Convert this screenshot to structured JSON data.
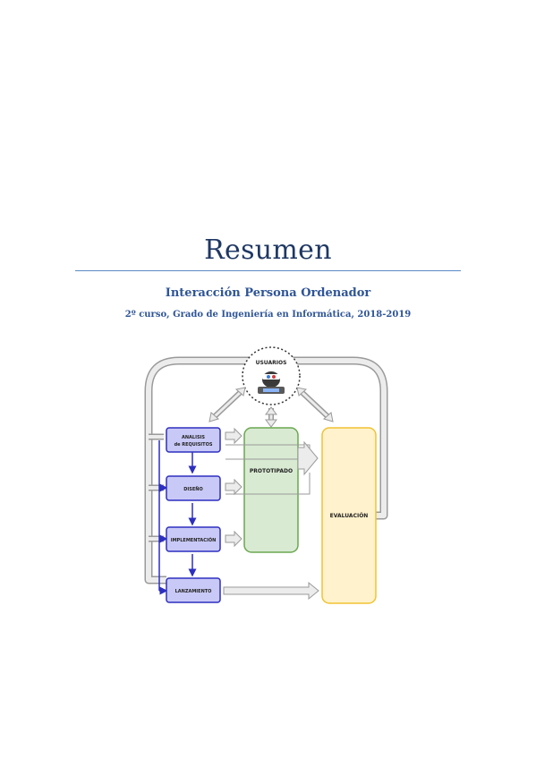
{
  "document": {
    "title": "Resumen",
    "subtitle": "Interacción Persona Ordenador",
    "course": "2º curso, Grado de Ingeniería en Informática, 2018-2019"
  },
  "diagram": {
    "usuarios": "USUARIOS",
    "stages": [
      {
        "line1": "ANALISIS",
        "line2": "de REQUISITOS"
      },
      {
        "line1": "DISEÑO"
      },
      {
        "line1": "IMPLEMENTACIÓN"
      },
      {
        "line1": "LANZAMIENTO"
      }
    ],
    "prototipado": "PROTOTIPADO",
    "evaluacion": "EVALUACIÓN"
  }
}
